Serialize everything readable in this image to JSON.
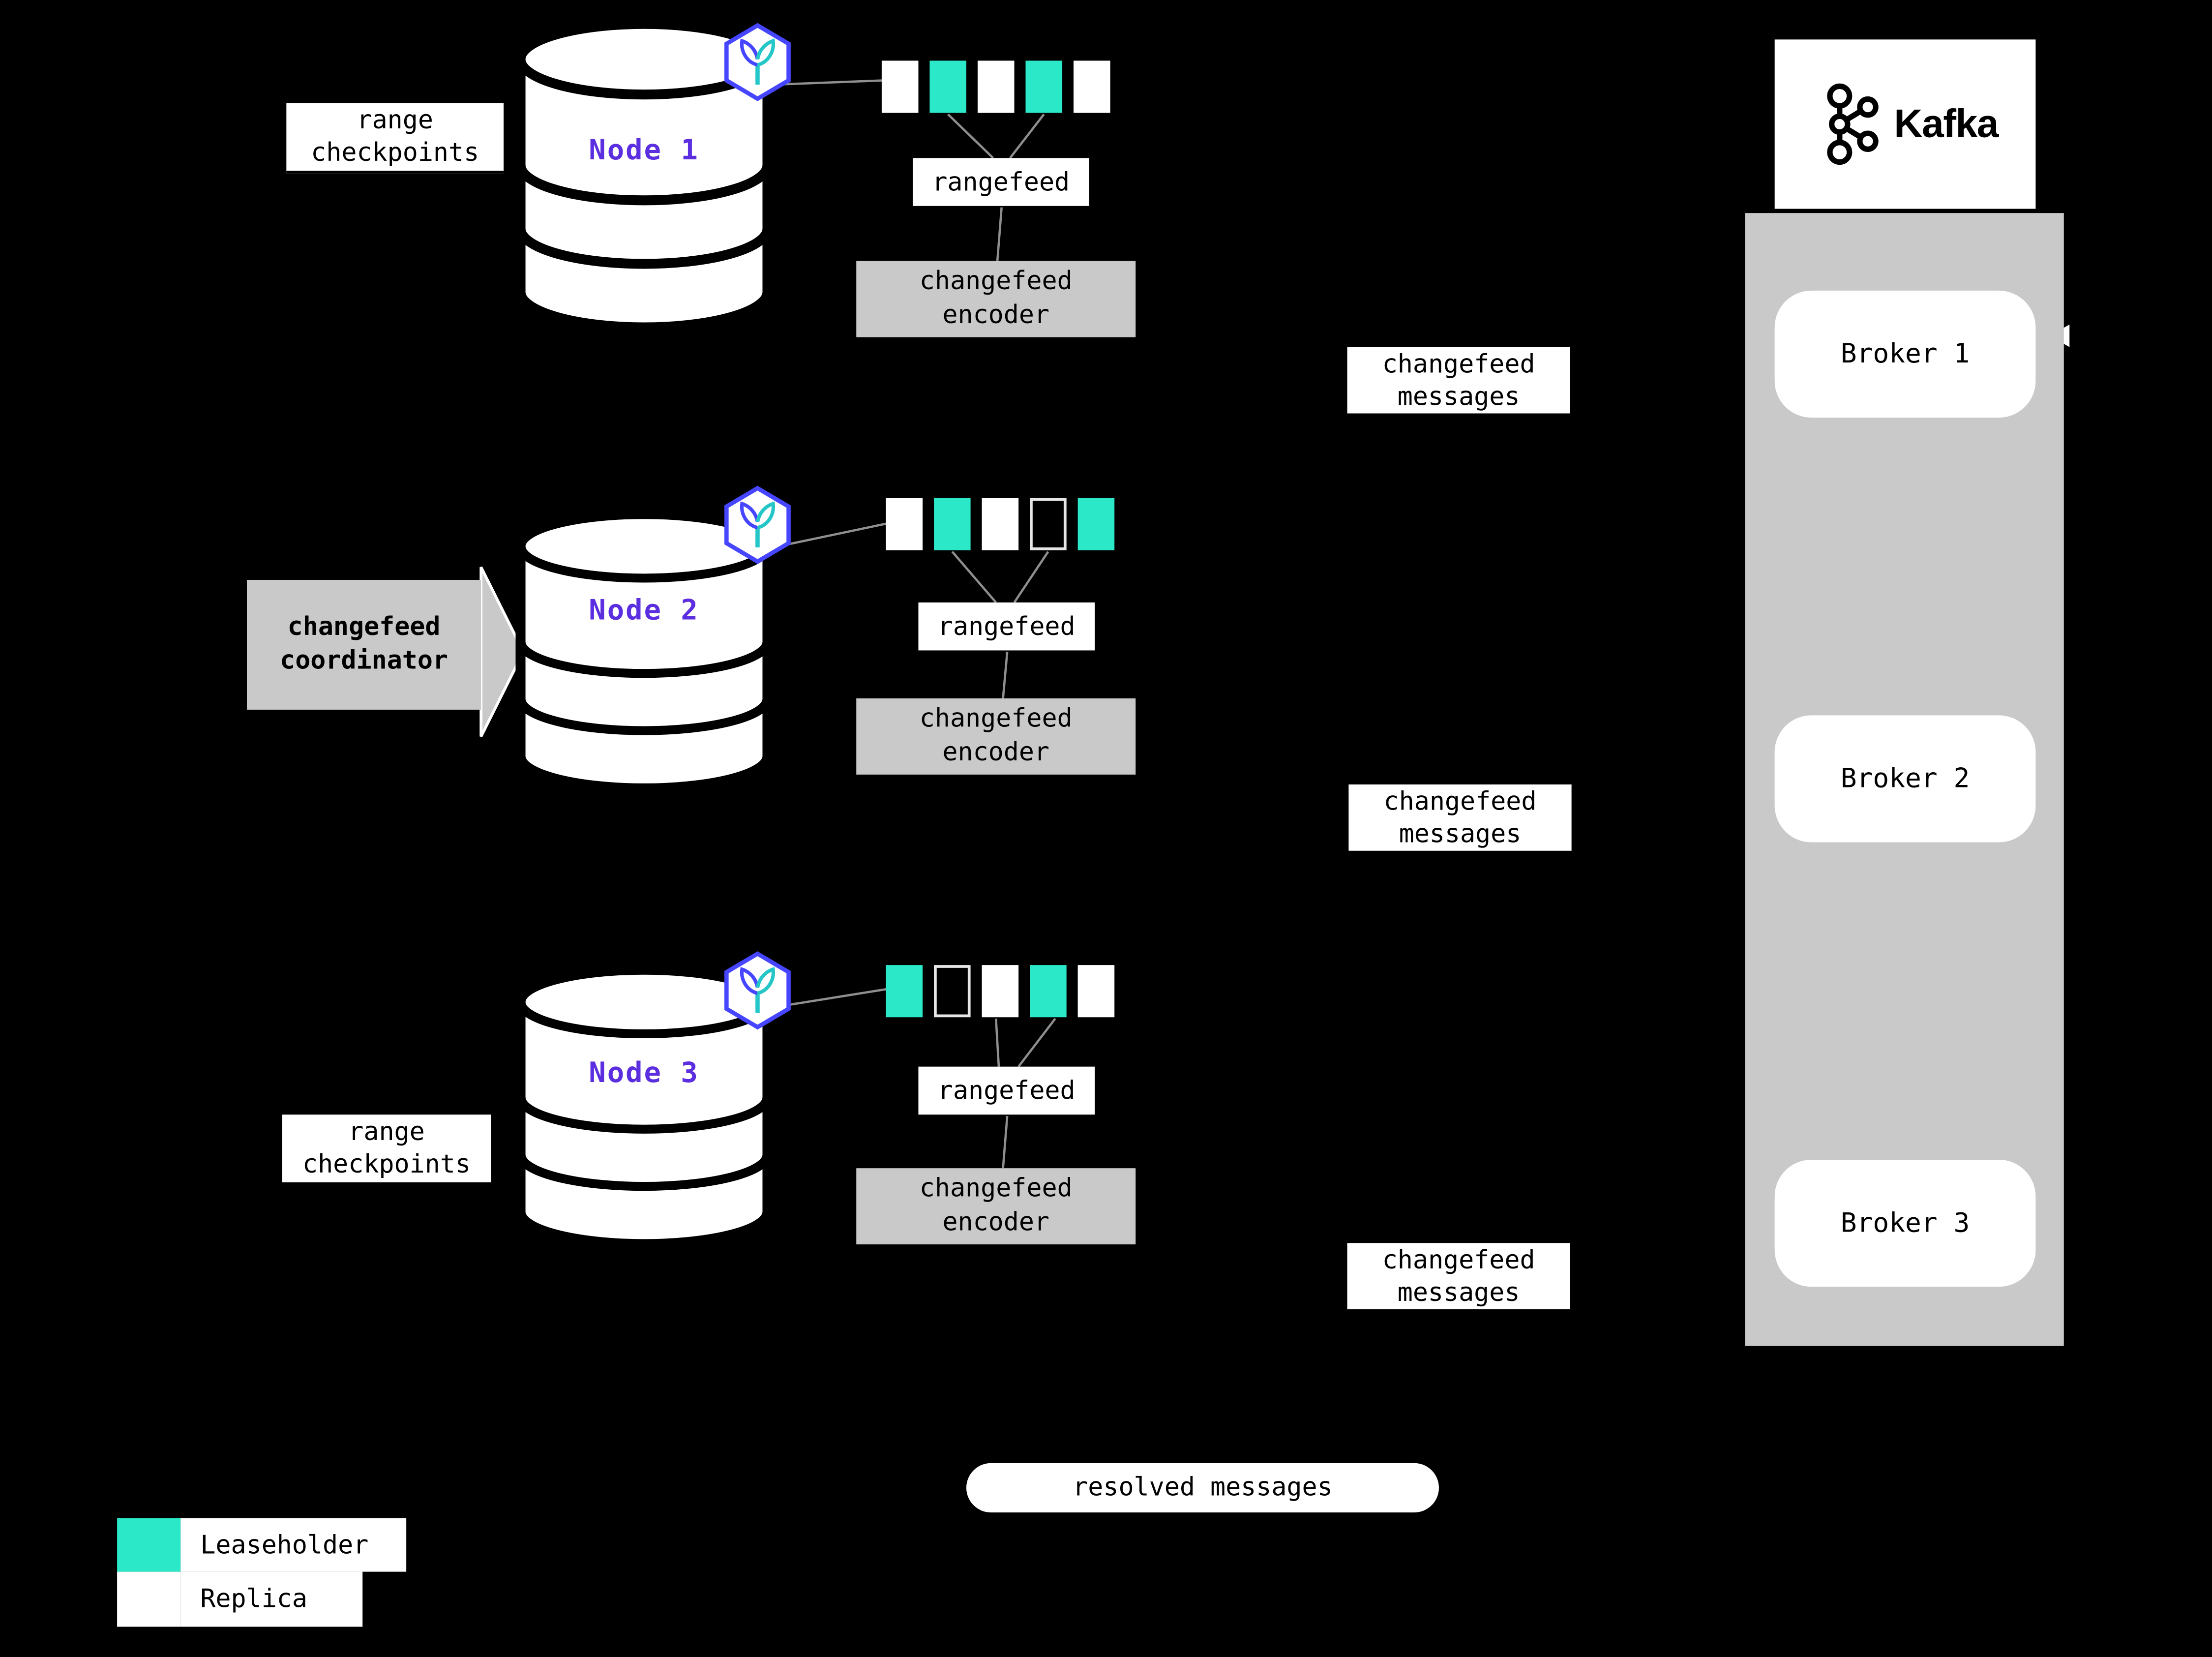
{
  "colors": {
    "background": "#000000",
    "leaseholder": "#2be8c8",
    "replica": "#ffffff",
    "panel_gray": "#c9c9c9",
    "box_gray": "#c9c9c9",
    "node_label": "#5b2ee0",
    "line_gray": "#8f8f8f",
    "icon_blue": "#4645ff",
    "icon_teal": "#24c6c8"
  },
  "nodes": [
    {
      "label": "Node 1",
      "range_label_line1": "range",
      "range_label_line2": "checkpoints",
      "rangefeed_label": "rangefeed",
      "encoder_line1": "changefeed",
      "encoder_line2": "encoder",
      "messages_line1": "changefeed",
      "messages_line2": "messages",
      "squares": [
        "replica",
        "leaseholder",
        "replica",
        "leaseholder",
        "replica"
      ]
    },
    {
      "label": "Node 2",
      "coordinator_line1": "changefeed",
      "coordinator_line2": "coordinator",
      "rangefeed_label": "rangefeed",
      "encoder_line1": "changefeed",
      "encoder_line2": "encoder",
      "messages_line1": "changefeed",
      "messages_line2": "messages",
      "squares": [
        "replica",
        "leaseholder",
        "replica",
        "outline",
        "leaseholder"
      ]
    },
    {
      "label": "Node 3",
      "range_label_line1": "range",
      "range_label_line2": "checkpoints",
      "rangefeed_label": "rangefeed",
      "encoder_line1": "changefeed",
      "encoder_line2": "encoder",
      "messages_line1": "changefeed",
      "messages_line2": "messages",
      "squares": [
        "leaseholder",
        "outline",
        "replica",
        "leaseholder",
        "replica"
      ]
    }
  ],
  "kafka": {
    "brand": "Kafka",
    "brokers": [
      {
        "label": "Broker 1"
      },
      {
        "label": "Broker 2"
      },
      {
        "label": "Broker 3"
      }
    ]
  },
  "resolved_label": "resolved messages",
  "legend": [
    {
      "type": "leaseholder",
      "label": "Leaseholder"
    },
    {
      "type": "replica",
      "label": "Replica"
    }
  ]
}
